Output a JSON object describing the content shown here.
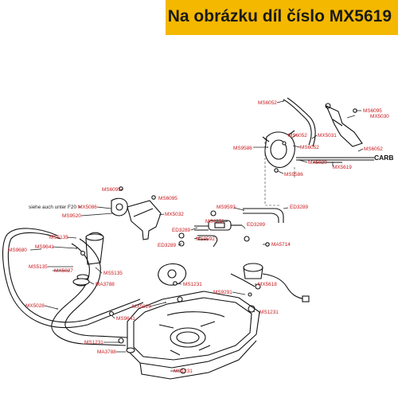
{
  "header": {
    "title": "Na obrázku díl číslo MX5619",
    "background": "#f5b800"
  },
  "diagram": {
    "label_color": "#c8181c",
    "note": "siehe  auch unter F20 >",
    "carb": "CARB",
    "labels": [
      "MS6052",
      "MS6095",
      "MX5031",
      "MS6052",
      "MS6052",
      "MX5030",
      "MS9586",
      "MS6052",
      "MX5029",
      "MS9586",
      "MX5619",
      "MS6095",
      "MS6095",
      "MX5086",
      "MS9520",
      "MX5032",
      "MS9593",
      "ED3289",
      "MS4251",
      "ED3289",
      "MS9592",
      "ED3289",
      "ED3289",
      "MA5714",
      "MS5135",
      "MS9641",
      "MS9680",
      "MS5135",
      "MX5027",
      "MS5135",
      "MA3788",
      "MS1231",
      "MX5618",
      "MS9291",
      "MX5028",
      "MX5026",
      "MS9641",
      "MS1231",
      "MS1231",
      "MA3788",
      "MS1231"
    ]
  }
}
